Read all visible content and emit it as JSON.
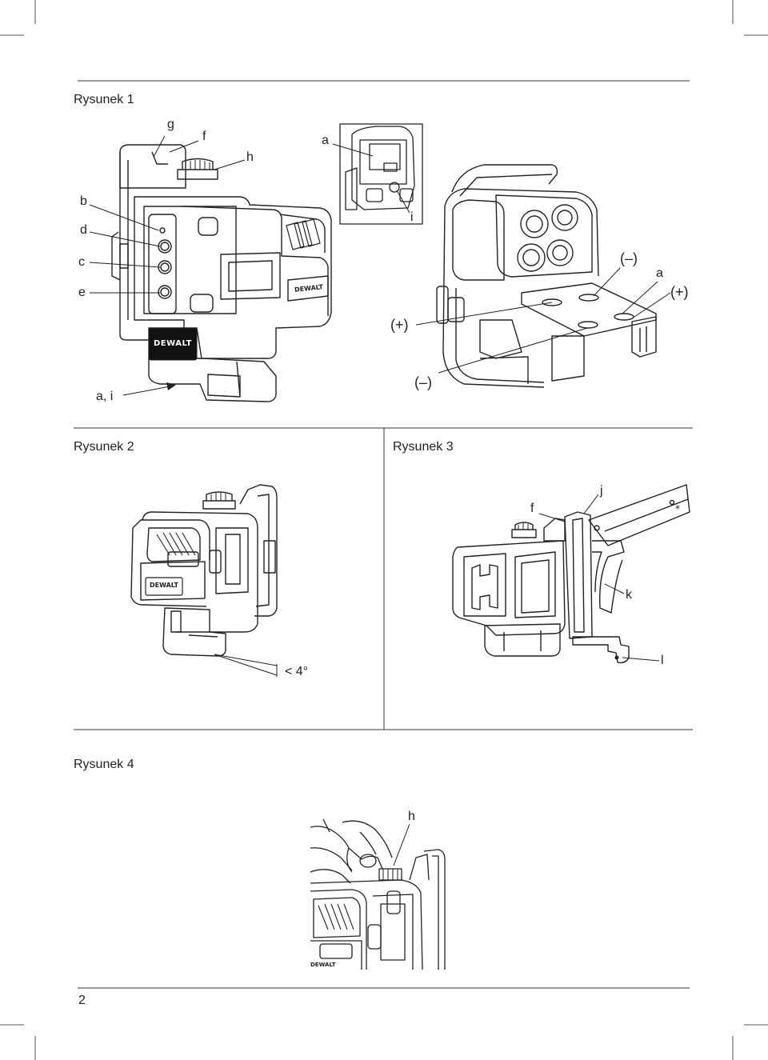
{
  "figures": {
    "fig1": {
      "title": "Rysunek 1",
      "labels": {
        "g": "g",
        "f": "f",
        "h": "h",
        "a_top": "a",
        "b": "b",
        "d": "d",
        "c": "c",
        "e": "e",
        "i": "i",
        "minus_top": "(–)",
        "a_right": "a",
        "plus_right": "(+)",
        "plus_left": "(+)",
        "minus_bottom": "(–)",
        "a_i": "a, i"
      },
      "badge_text": "DEWALT"
    },
    "fig2": {
      "title": "Rysunek 2",
      "labels": {
        "angle": "< 4°"
      },
      "badge_text": "DEWALT"
    },
    "fig3": {
      "title": "Rysunek 3",
      "labels": {
        "f": "f",
        "j": "j",
        "k": "k",
        "l": "l"
      }
    },
    "fig4": {
      "title": "Rysunek 4",
      "labels": {
        "h": "h"
      },
      "badge_text": "DEWALT"
    }
  },
  "footer": {
    "page_number": "2"
  },
  "colors": {
    "line": "#222222",
    "rule": "#333333"
  }
}
